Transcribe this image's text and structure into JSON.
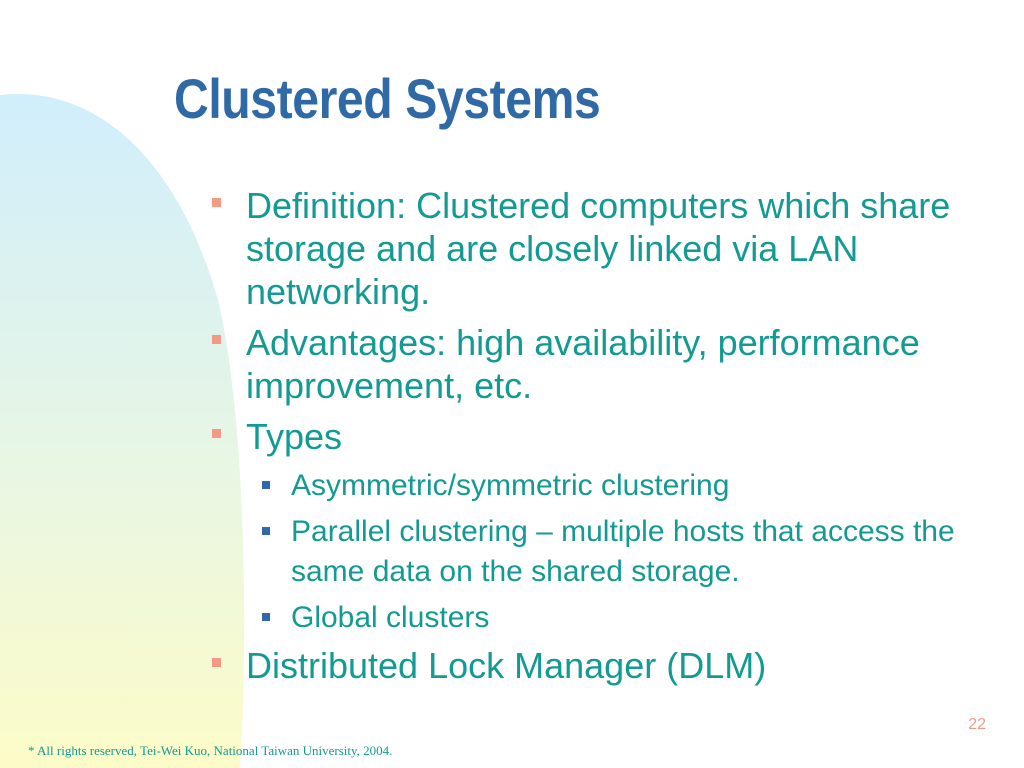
{
  "slide": {
    "title": "Clustered Systems",
    "bullets": [
      {
        "text": "Definition: Clustered computers which share storage and are closely linked via LAN networking."
      },
      {
        "text": "Advantages: high availability, performance improvement, etc."
      },
      {
        "text": "Types",
        "sub": [
          "Asymmetric/symmetric clustering",
          "Parallel clustering – multiple hosts that access the same data on the shared storage.",
          "Global clusters"
        ]
      },
      {
        "text": "Distributed Lock Manager (DLM)"
      }
    ],
    "footer": "* All rights reserved, Tei-Wei Kuo, National Taiwan University, 2004.",
    "page_number": "22"
  },
  "colors": {
    "title": "#2f69a6",
    "text": "#139a93",
    "bullet_level1": "#f59a82",
    "bullet_level2": "#2f69a6",
    "background_gradient_top": "#d0eefc",
    "background_gradient_bottom": "#fdfcc8"
  }
}
